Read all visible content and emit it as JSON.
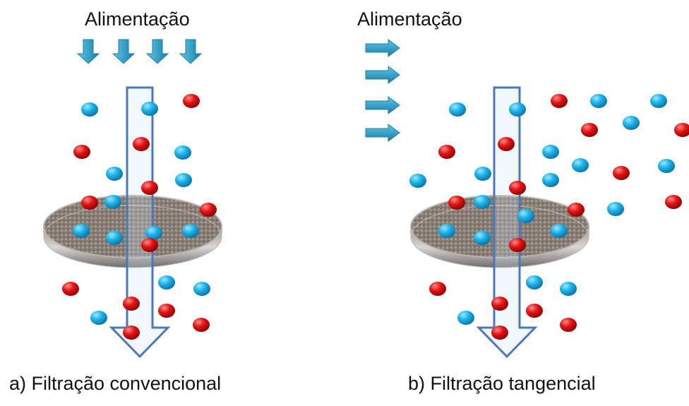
{
  "colors": {
    "feed_arrow": "#3aa3c9",
    "feed_arrow_dark": "#1f7fa6",
    "blue_particle": "#1aa9e0",
    "red_particle": "#e01616",
    "flow_arrow_stroke": "#4a78b8",
    "membrane": "#9a9590"
  },
  "panel_a": {
    "feed_label": "Alimentação",
    "caption": "a) Filtração convencional",
    "feed_direction": "down",
    "feed_arrow_count": 4
  },
  "panel_b": {
    "feed_label": "Alimentação",
    "caption": "b) Filtração tangencial",
    "feed_direction": "right",
    "feed_arrow_count": 4
  }
}
